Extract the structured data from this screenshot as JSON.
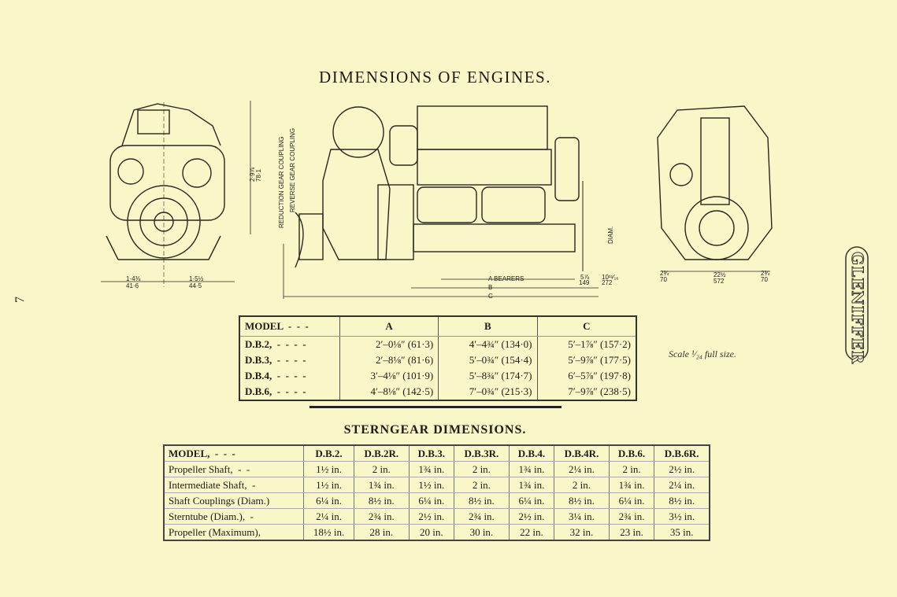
{
  "title": "DIMENSIONS OF ENGINES.",
  "page_number": "7",
  "brand_logo": "GLENIFFER",
  "drawing_labels": {
    "front_left_dim": "1·4⅜",
    "front_left_mm": "41·6",
    "front_right_dim": "1·5½",
    "front_right_mm": "44·5",
    "height_dim": "2·9⅞",
    "height_mm": "78·1",
    "a_label": "A BEARERS",
    "b_label": "B",
    "c_label": "C",
    "dim_149": "5⅞",
    "dim_149_mm": "149",
    "dim_272": "10¹¹⁄₁₆",
    "dim_272_mm": "272",
    "rear_left_dim": "2¾",
    "rear_left_mm": "70",
    "rear_mid_dim": "22½",
    "rear_mid_mm": "572",
    "rear_right_dim": "2¾",
    "rear_right_mm": "70",
    "gear_label": "REVERSE GEAR COUPLING",
    "reduction_label": "REDUCTION GEAR COUPLING",
    "diam_label": "DIAM."
  },
  "engine_table": {
    "headers": [
      "MODEL  -  -  -",
      "A",
      "B",
      "C"
    ],
    "rows": [
      {
        "model": "D.B.2,  -  -  -  -",
        "a": "2′–0⅛″  (61·3)",
        "b": "4′–4¾″  (134·0)",
        "c": "5′–1⅞″  (157·2)"
      },
      {
        "model": "D.B.3,  -  -  -  -",
        "a": "2′–8⅛″  (81·6)",
        "b": "5′–0¾″  (154·4)",
        "c": "5′–9⅞″  (177·5)"
      },
      {
        "model": "D.B.4,  -  -  -  -",
        "a": "3′–4⅛″  (101·9)",
        "b": "5′–8¾″  (174·7)",
        "c": "6′–5⅞″  (197·8)"
      },
      {
        "model": "D.B.6,  -  -  -  -",
        "a": "4′–8⅛″  (142·5)",
        "b": "7′–0¾″  (215·3)",
        "c": "7′–9⅞″  (238·5)"
      }
    ]
  },
  "scale_note": "Scale ¹⁄₂₄ full size.",
  "sterngear": {
    "title": "STERNGEAR DIMENSIONS.",
    "headers": [
      "MODEL,  -  -  -",
      "D.B.2.",
      "D.B.2R.",
      "D.B.3.",
      "D.B.3R.",
      "D.B.4.",
      "D.B.4R.",
      "D.B.6.",
      "D.B.6R."
    ],
    "rows": [
      {
        "label": "Propeller Shaft,  -  -",
        "values": [
          "1½ in.",
          "2 in.",
          "1¾ in.",
          "2 in.",
          "1¾ in.",
          "2¼ in.",
          "2 in.",
          "2½ in."
        ]
      },
      {
        "label": "Intermediate Shaft,  -",
        "values": [
          "1½ in.",
          "1¾ in.",
          "1½ in.",
          "2 in.",
          "1¾ in.",
          "2 in.",
          "1¾ in.",
          "2¼ in."
        ]
      },
      {
        "label": "Shaft Couplings (Diam.)",
        "values": [
          "6¼ in.",
          "8½ in.",
          "6¼ in.",
          "8½ in.",
          "6¼ in.",
          "8½ in.",
          "6¼ in.",
          "8½ in."
        ]
      },
      {
        "label": "Sterntube (Diam.),  -",
        "values": [
          "2¼ in.",
          "2¾ in.",
          "2½ in.",
          "2¾ in.",
          "2½ in.",
          "3¼ in.",
          "2¾ in.",
          "3½ in."
        ]
      },
      {
        "label": "Propeller (Maximum),",
        "values": [
          "18½ in.",
          "28 in.",
          "20 in.",
          "30 in.",
          "22 in.",
          "32 in.",
          "23 in.",
          "35 in."
        ]
      }
    ]
  }
}
